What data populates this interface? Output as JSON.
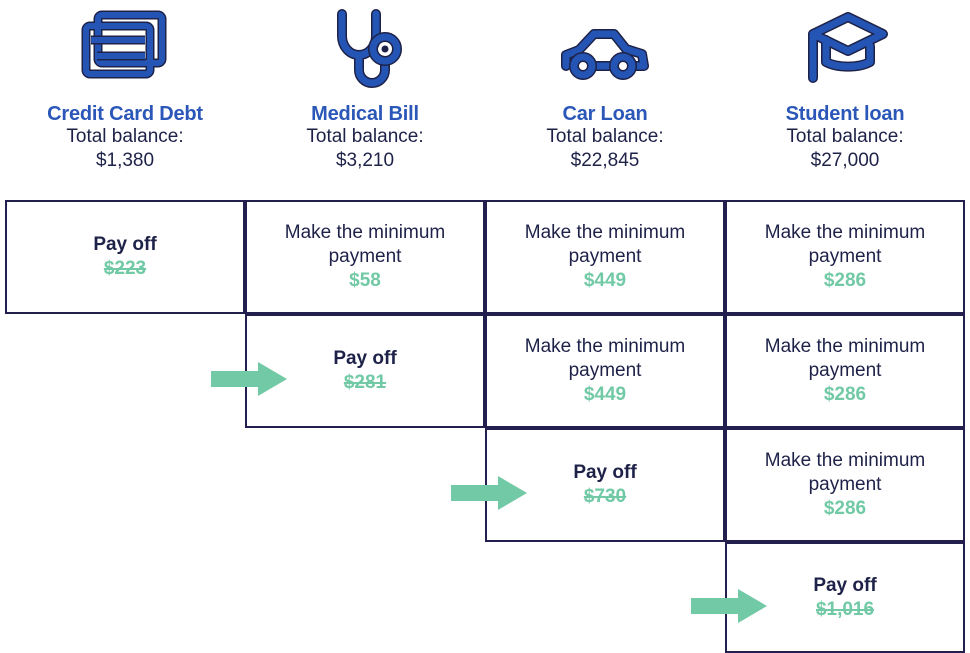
{
  "debts": [
    {
      "icon": "credit-cards-icon",
      "name": "Credit Card Debt",
      "balance_label": "Total balance:",
      "balance": "$1,380"
    },
    {
      "icon": "stethoscope-icon",
      "name": "Medical Bill",
      "balance_label": "Total balance:",
      "balance": "$3,210"
    },
    {
      "icon": "car-icon",
      "name": "Car Loan",
      "balance_label": "Total balance:",
      "balance": "$22,845"
    },
    {
      "icon": "graduation-cap-icon",
      "name": "Student loan",
      "balance_label": "Total balance:",
      "balance": "$27,000"
    }
  ],
  "rows": [
    {
      "cells": [
        {
          "column": 0,
          "action": "Pay off",
          "amount": "$223",
          "type": "payoff",
          "arrow": false
        },
        {
          "column": 1,
          "action": "Make the minimum payment",
          "amount": "$58",
          "type": "minimum",
          "arrow": false
        },
        {
          "column": 2,
          "action": "Make the minimum payment",
          "amount": "$449",
          "type": "minimum",
          "arrow": false
        },
        {
          "column": 3,
          "action": "Make the minimum payment",
          "amount": "$286",
          "type": "minimum",
          "arrow": false
        }
      ]
    },
    {
      "cells": [
        {
          "column": 1,
          "action": "Pay off",
          "amount": "$281",
          "type": "payoff",
          "arrow": true
        },
        {
          "column": 2,
          "action": "Make the minimum payment",
          "amount": "$449",
          "type": "minimum",
          "arrow": false
        },
        {
          "column": 3,
          "action": "Make the minimum payment",
          "amount": "$286",
          "type": "minimum",
          "arrow": false
        }
      ]
    },
    {
      "cells": [
        {
          "column": 2,
          "action": "Pay off",
          "amount": "$730",
          "type": "payoff",
          "arrow": true
        },
        {
          "column": 3,
          "action": "Make the minimum payment",
          "amount": "$286",
          "type": "minimum",
          "arrow": false
        }
      ]
    },
    {
      "cells": [
        {
          "column": 3,
          "action": "Pay off",
          "amount": "$1,016",
          "type": "payoff",
          "arrow": true
        }
      ]
    }
  ],
  "colors": {
    "debt_name_blue": "#2B57B8",
    "text_navy": "#1E2248",
    "border_navy": "#231F4E",
    "amount_green": "#71C9A5",
    "arrow_green": "#71C9A5",
    "icon_blue": "#2455B5",
    "icon_outline": "#1E2248",
    "background": "#FFFFFF"
  }
}
